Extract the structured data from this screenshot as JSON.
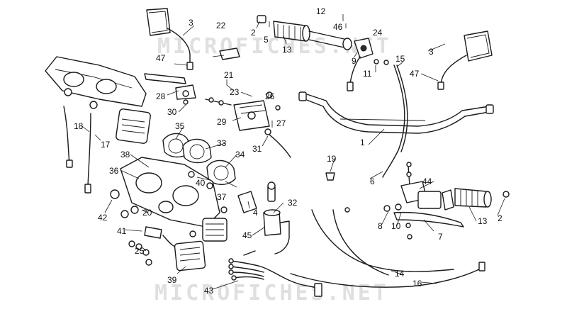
{
  "watermarks": [
    "MICROFICHES.NET",
    "MICROFICHES.NET"
  ],
  "callouts": [
    "1",
    "2",
    "2",
    "3",
    "3",
    "4",
    "5",
    "6",
    "7",
    "8",
    "9",
    "10",
    "11",
    "12",
    "13",
    "13",
    "14",
    "15",
    "16",
    "17",
    "18",
    "19",
    "20",
    "21",
    "22",
    "23",
    "24",
    "25",
    "26",
    "27",
    "28",
    "29",
    "30",
    "31",
    "32",
    "33",
    "34",
    "35",
    "36",
    "37",
    "38",
    "39",
    "40",
    "41",
    "42",
    "43",
    "44",
    "45",
    "46",
    "47",
    "47"
  ],
  "colors": {
    "line": "#1a1a1a",
    "watermark": "#aaaaaa",
    "background": "#ffffff"
  }
}
